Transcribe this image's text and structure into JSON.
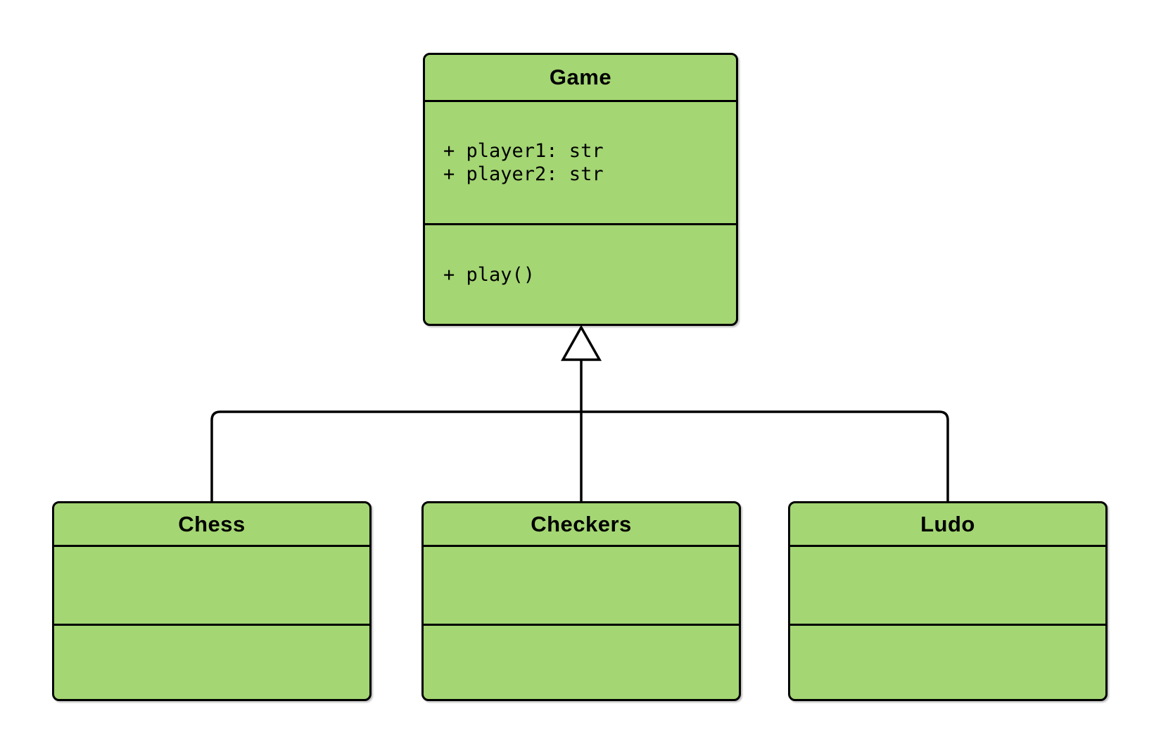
{
  "diagram": {
    "type": "uml-class-diagram",
    "background_color": "#ffffff",
    "node_fill_color": "#a4d673",
    "node_stroke_color": "#000000",
    "classes": [
      {
        "name": "Game",
        "attributes": [
          "+ player1: str",
          "+ player2: str"
        ],
        "methods": [
          "+ play()"
        ]
      },
      {
        "name": "Chess",
        "attributes": [],
        "methods": []
      },
      {
        "name": "Checkers",
        "attributes": [],
        "methods": []
      },
      {
        "name": "Ludo",
        "attributes": [],
        "methods": []
      }
    ],
    "relations": [
      {
        "type": "inheritance",
        "from": "Chess",
        "to": "Game"
      },
      {
        "type": "inheritance",
        "from": "Checkers",
        "to": "Game"
      },
      {
        "type": "inheritance",
        "from": "Ludo",
        "to": "Game"
      }
    ]
  }
}
